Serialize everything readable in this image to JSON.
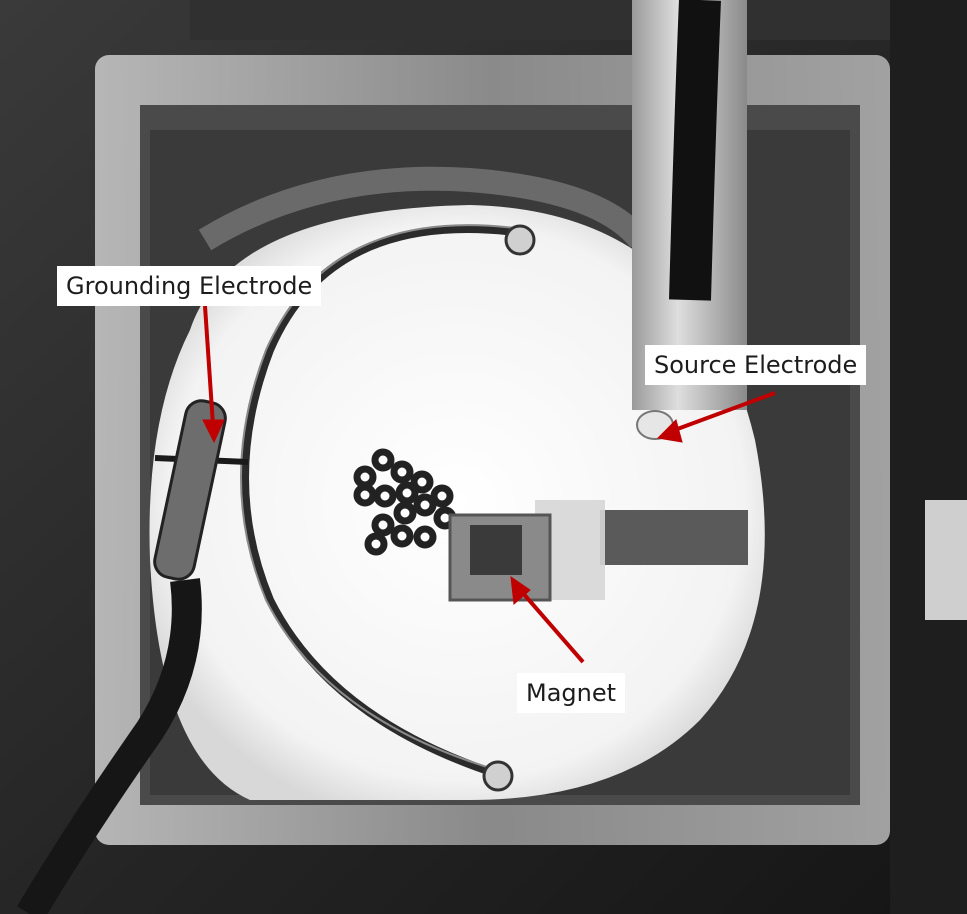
{
  "labels": {
    "grounding": "Grounding Electrode",
    "source": "Source Electrode",
    "magnet": "Magnet"
  },
  "colors": {
    "arrow": "#c00000",
    "background": "#1a1a1a",
    "dish": "#f6f6f6"
  }
}
